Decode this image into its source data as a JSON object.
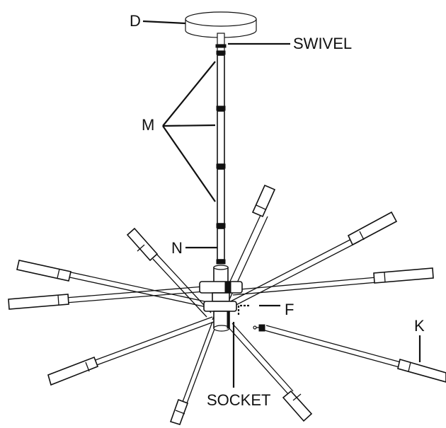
{
  "labels": {
    "canopy": "D",
    "swivel": "SWIVEL",
    "stem_rods": "M",
    "short_rod": "N",
    "fixture_part_f": "F",
    "arm_part_k": "K",
    "socket": "SOCKET"
  },
  "colors": {
    "line": "#111111",
    "background": "#ffffff"
  }
}
